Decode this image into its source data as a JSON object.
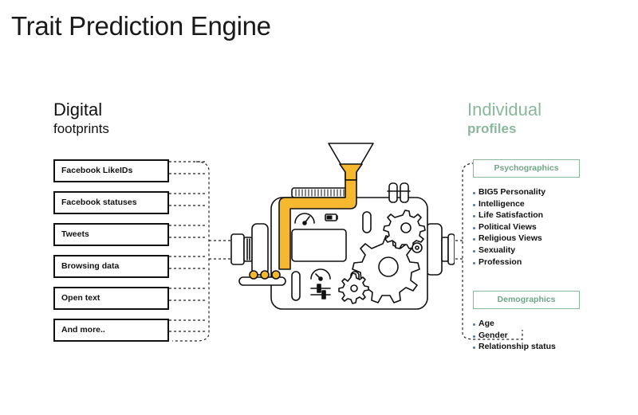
{
  "title": "Trait Prediction Engine",
  "left_heading": {
    "line1": "Digital",
    "line2": "footprints"
  },
  "right_heading": {
    "line1": "Individual",
    "line2": "profiles"
  },
  "inputs": [
    {
      "label": "Facebook LikeIDs"
    },
    {
      "label": "Facebook statuses"
    },
    {
      "label": "Tweets"
    },
    {
      "label": "Browsing data"
    },
    {
      "label": "Open text"
    },
    {
      "label": "And more.."
    }
  ],
  "psychographics": {
    "header": "Psychographics",
    "items": [
      "BIG5 Personality",
      "Intelligence",
      "Life Satisfaction",
      "Political Views",
      "Religious Views",
      "Sexuality",
      "Profession"
    ]
  },
  "demographics": {
    "header": "Demographics",
    "items": [
      "Age",
      "Gender",
      "Relationship status"
    ]
  },
  "colors": {
    "accent": "#f5b82e",
    "green": "#8ab89a",
    "line": "#111111"
  }
}
